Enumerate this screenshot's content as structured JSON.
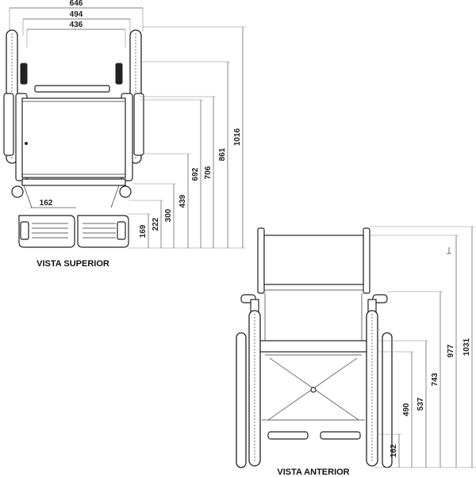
{
  "top_view": {
    "label": "VISTA SUPERIOR",
    "dimensions": {
      "overall_width": "646",
      "frame_width": "494",
      "seat_width": "436",
      "footrest_gap": "162",
      "h1016": "1016",
      "h861": "861",
      "h706": "706",
      "h692": "692",
      "h439": "439",
      "h300": "300",
      "h222": "222",
      "h169": "169"
    }
  },
  "front_view": {
    "label": "VISTA ANTERIOR",
    "dimensions": {
      "h1031": "1031",
      "h977": "977",
      "h743": "743",
      "h537": "537",
      "h490": "490",
      "h162": "162"
    }
  },
  "colors": {
    "line": "#222222",
    "dimension": "#555555"
  }
}
